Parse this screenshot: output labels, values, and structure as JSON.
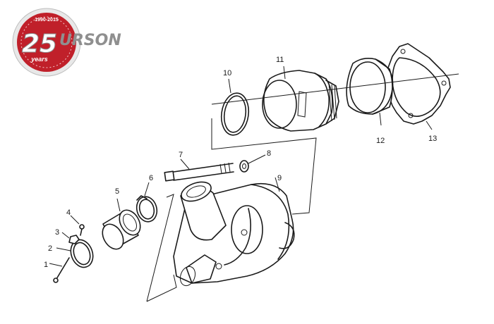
{
  "logo": {
    "years_number": "25",
    "years_word": "years",
    "date_range": "1990-2015",
    "brand": "URSON",
    "colors": {
      "badge_red": "#c0202a",
      "badge_ring": "#e8e8e8",
      "text_gray": "#8f8f8f"
    }
  },
  "parts": [
    {
      "id": "1",
      "label": "1"
    },
    {
      "id": "2",
      "label": "2"
    },
    {
      "id": "3",
      "label": "3"
    },
    {
      "id": "4",
      "label": "4"
    },
    {
      "id": "5",
      "label": "5"
    },
    {
      "id": "6",
      "label": "6"
    },
    {
      "id": "7",
      "label": "7"
    },
    {
      "id": "8",
      "label": "8"
    },
    {
      "id": "9",
      "label": "9"
    },
    {
      "id": "10",
      "label": "10"
    },
    {
      "id": "11",
      "label": "11"
    },
    {
      "id": "12",
      "label": "12"
    },
    {
      "id": "13",
      "label": "13"
    }
  ]
}
